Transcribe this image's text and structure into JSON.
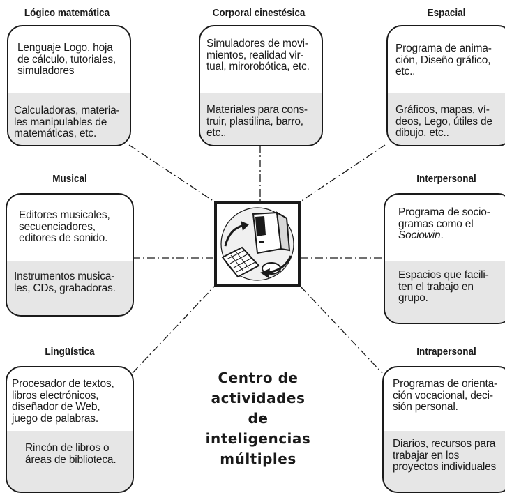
{
  "nodes": {
    "logico": {
      "title": "Lógico matemática",
      "resources": "Lenguaje Logo, hoja\nde cálculo, tutoriales,\nsimuladores",
      "materials": "Calculadoras, materia-\nles manipulables de\nmatemáticas, etc."
    },
    "corporal": {
      "title": "Corporal cinestésica",
      "resources": "Simuladores de movi-\nmientos, realidad vir-\ntual, mirorobótica, etc.",
      "materials": "Materiales para cons-\ntruir, plastilina, barro,\netc.."
    },
    "espacial": {
      "title": "Espacial",
      "resources": "Programa de anima-\nción, Diseño gráfico,\netc..",
      "materials": "Gráficos, mapas, ví-\ndeos, Lego, útiles de\ndibujo, etc.."
    },
    "musical": {
      "title": "Musical",
      "resources": "Editores musicales,\nsecuenciadores,\neditores de sonido.",
      "materials": "Instrumentos musica-\nles, CDs, grabadoras."
    },
    "interpersonal": {
      "title": "Interpersonal",
      "resources_before": "Programa de socio-\ngramas como el\n",
      "resources_italic": "Sociowin",
      "resources_after": ".",
      "materials": "Espacios que facili-\nten el trabajo en\ngrupo."
    },
    "linguistica": {
      "title": "Lingüística",
      "resources": "Procesador de textos,\nlibros electrónicos,\ndiseñador de Web,\njuego de palabras.",
      "materials": "Rincón de libros o\náreas de biblioteca."
    },
    "intrapersonal": {
      "title": "Intrapersonal",
      "resources": "Programas de orienta-\nción vocacional, deci-\nsión personal.",
      "materials": "Diarios, recursos para\ntrabajar en los\nproyectos individuales"
    }
  },
  "center": {
    "icon": "computer-icon",
    "title": "Centro de\nactividades\nde\ninteligencias\nmúltiples"
  },
  "colors": {
    "ink": "#1a1a1a",
    "material_fill": "#e6e6e6"
  }
}
